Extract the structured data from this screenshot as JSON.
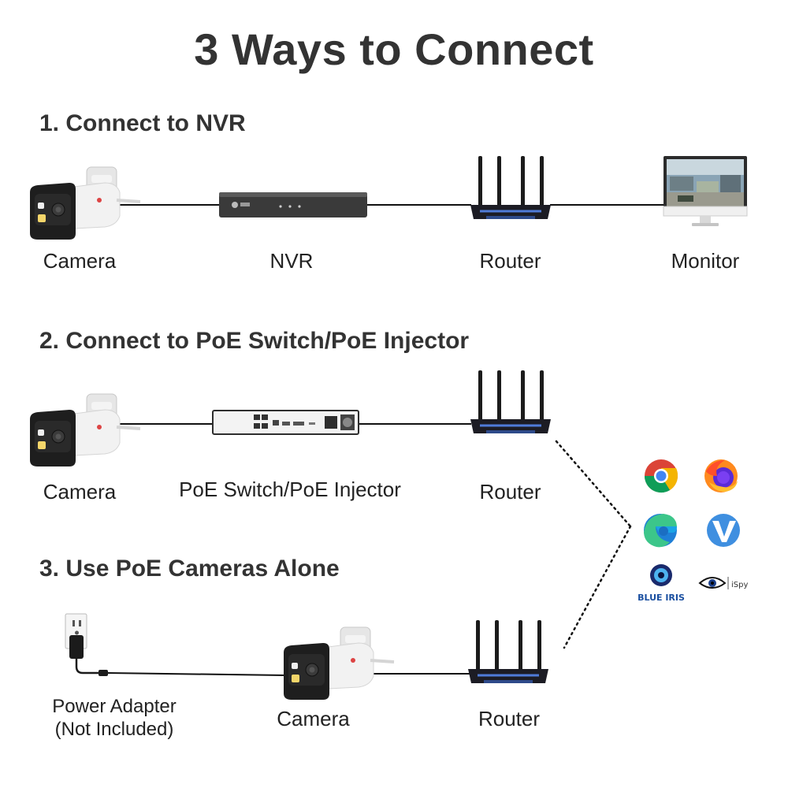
{
  "title": "3 Ways to Connect",
  "sections": [
    {
      "heading": "1. Connect to NVR",
      "labels": [
        "Camera",
        "NVR",
        "Router",
        "Monitor"
      ]
    },
    {
      "heading": "2. Connect to PoE Switch/PoE Injector",
      "labels": [
        "Camera",
        "PoE Switch/PoE Injector",
        "Router"
      ]
    },
    {
      "heading": "3. Use PoE Cameras Alone",
      "labels": [
        "Power Adapter",
        "(Not Included)",
        "Camera",
        "Router"
      ]
    }
  ],
  "software_logos": {
    "blue_iris": "BLUE IRIS",
    "ispy": "iSpy"
  },
  "icons": [
    "camera-icon",
    "nvr-icon",
    "router-icon",
    "monitor-icon",
    "poe-switch-icon",
    "power-adapter-icon",
    "chrome-icon",
    "firefox-icon",
    "edge-icon",
    "vlc-v-icon",
    "blue-iris-icon",
    "ispy-icon"
  ]
}
